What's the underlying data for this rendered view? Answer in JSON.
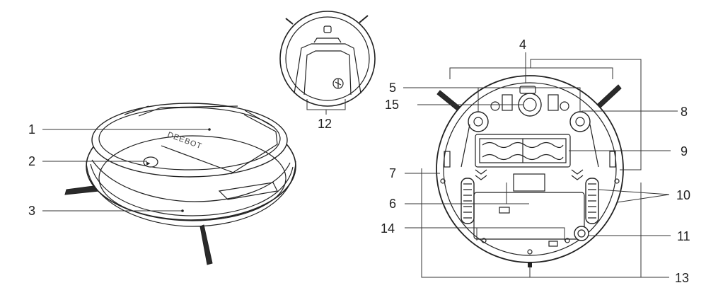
{
  "brand_text": "DEEBOT",
  "callouts": {
    "c1": "1",
    "c2": "2",
    "c3": "3",
    "c4": "4",
    "c5": "5",
    "c6": "6",
    "c7": "7",
    "c8": "8",
    "c9": "9",
    "c10": "10",
    "c11": "11",
    "c12": "12",
    "c13": "13",
    "c14": "14",
    "c15": "15"
  }
}
